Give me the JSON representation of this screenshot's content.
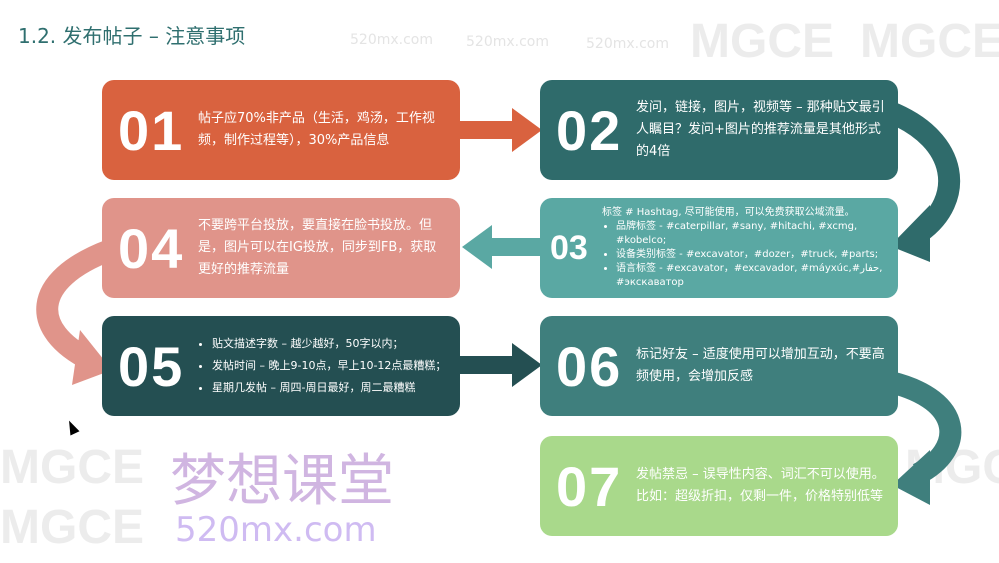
{
  "title": "1.2. 发布帖子 – 注意事项",
  "watermarks": {
    "brand": "MGCE",
    "site": "520mx.com",
    "cn": "梦想课堂"
  },
  "steps": [
    {
      "num": "01",
      "text": "帖子应70%非产品（生活，鸡汤，工作视频，制作过程等），30%产品信息",
      "color": "#d9623f"
    },
    {
      "num": "02",
      "text": "发问，链接，图片，视频等 – 那种贴文最引人瞩目？发问+图片的推荐流量是其他形式的4倍",
      "color": "#2f6b6b"
    },
    {
      "num": "03",
      "intro": "标签 # Hashtag, 尽可能使用，可以免费获取公域流量。",
      "bullets": [
        "品牌标签 - #caterpillar, #sany, #hitachi, #xcmg, #kobelco;",
        "设备类别标签 - #excavator，#dozer，#truck, #parts;",
        "语言标签 - #excavator，#excavador, #máyxúc,#حفار, #экскаватор"
      ],
      "color": "#5aa8a3"
    },
    {
      "num": "04",
      "text": "不要跨平台投放，要直接在脸书投放。但是，图片可以在IG投放，同步到FB，获取更好的推荐流量",
      "color": "#e0948a"
    },
    {
      "num": "05",
      "bullets": [
        "贴文描述字数 – 越少越好，50字以内；",
        "发帖时间 – 晚上9-10点，早上10-12点最糟糕；",
        "星期几发帖 – 周四-周日最好，周二最糟糕"
      ],
      "color": "#244f52"
    },
    {
      "num": "06",
      "text": "标记好友 – 适度使用可以增加互动，不要高频使用，会增加反感",
      "color": "#3f7f7d"
    },
    {
      "num": "07",
      "text": "发帖禁忌 – 误导性内容、词汇不可以使用。比如：超级折扣，仅剩一件，价格特别低等",
      "color": "#a9d98b"
    }
  ]
}
